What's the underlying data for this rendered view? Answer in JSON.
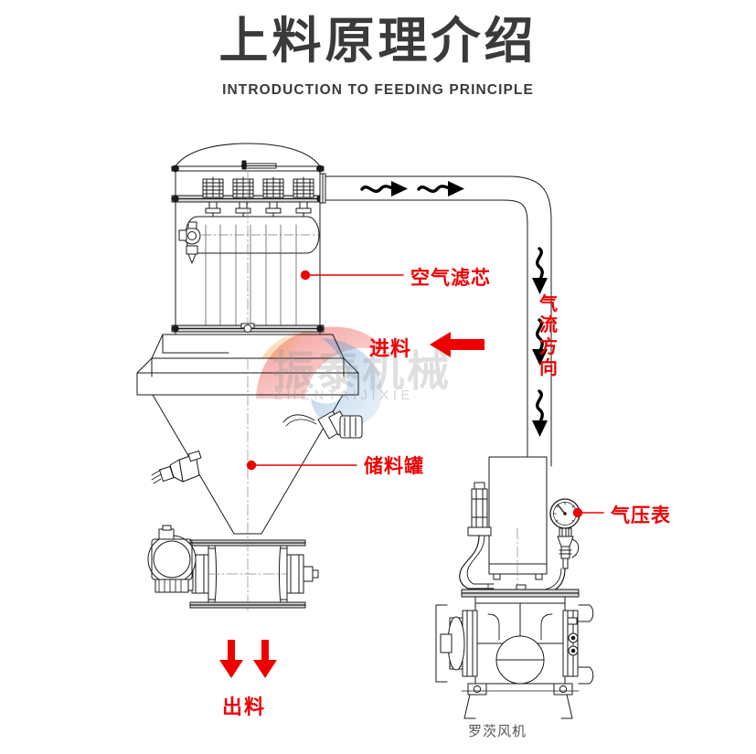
{
  "header": {
    "title_cn": "上料原理介绍",
    "title_en": "INTRODUCTION TO FEEDING PRINCIPLE"
  },
  "colors": {
    "accent_red": "#ee0000",
    "line_black": "#1a1a1a",
    "title_gray": "#3a3a3a",
    "blower_label_gray": "#555555",
    "background": "#ffffff"
  },
  "watermark": {
    "brand_cn": "振泰机械",
    "brand_en": "ZHENTAIJIXIE"
  },
  "labels": {
    "air_filter": "空气滤芯",
    "feed_in": "进料",
    "airflow_direction": "气流方向",
    "airflow_direction_chars": [
      "气",
      "流",
      "方",
      "向"
    ],
    "storage_hopper": "储料罐",
    "pressure_gauge": "气压表",
    "discharge": "出料",
    "roots_blower": "罗茨风机"
  },
  "diagram": {
    "type": "pneumatic-vacuum-feeding-system",
    "components": [
      {
        "id": "filter-housing",
        "name_cn": "空气滤芯",
        "name_en": "air filter cartridge housing"
      },
      {
        "id": "pulse-valves",
        "name_cn": "脉冲阀",
        "name_en": "pulse jet valves",
        "count": 4
      },
      {
        "id": "air-manifold",
        "name_cn": "气包",
        "name_en": "horizontal air receiver tank"
      },
      {
        "id": "storage-hopper",
        "name_cn": "储料罐",
        "name_en": "conical storage hopper"
      },
      {
        "id": "rotary-airlock",
        "name_cn": "卸料阀",
        "name_en": "rotary airlock discharge valve"
      },
      {
        "id": "transport-pipe",
        "name_cn": "输送管",
        "name_en": "pneumatic conveying pipe"
      },
      {
        "id": "silencer",
        "name_cn": "消音器",
        "name_en": "silencer / muffler box"
      },
      {
        "id": "pressure-gauge",
        "name_cn": "气压表",
        "name_en": "pressure gauge"
      },
      {
        "id": "roots-blower",
        "name_cn": "罗茨风机",
        "name_en": "roots blower with belt drive"
      }
    ],
    "flow_arrows": {
      "feed_in_direction": "left",
      "discharge_direction": "down",
      "discharge_arrow_count": 2,
      "airflow_pipe_top": "right",
      "airflow_pipe_side": "down"
    }
  }
}
